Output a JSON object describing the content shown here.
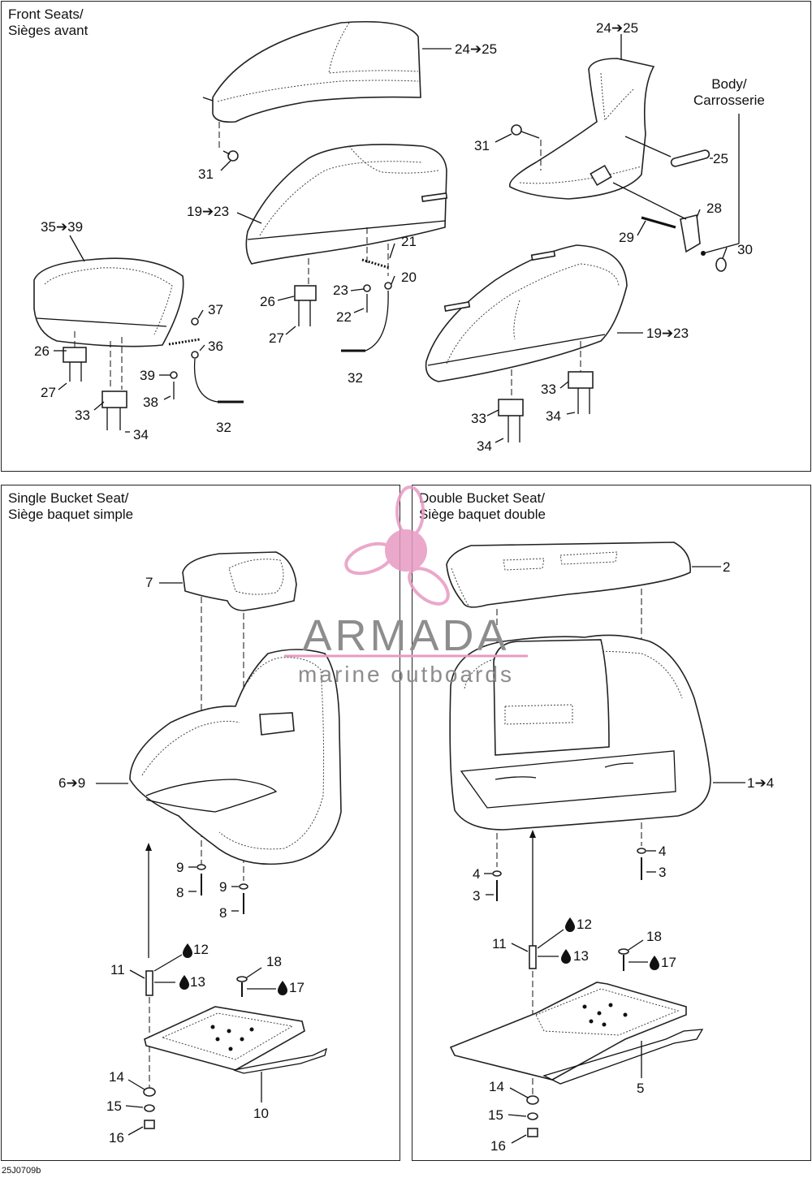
{
  "panels": {
    "front": {
      "title": "Front Seats/\nSièges avant"
    },
    "single": {
      "title": "Single Bucket Seat/\nSiège baquet simple"
    },
    "double": {
      "title": "Double Bucket Seat/\nSiège baquet double"
    }
  },
  "labels": {
    "body": "Body/\nCarrosserie",
    "p24_25a": "24➔25",
    "p24_25b": "24➔25",
    "p25": "25",
    "p31a": "31",
    "p31b": "31",
    "p19_23a": "19➔23",
    "p19_23b": "19➔23",
    "p35_39": "35➔39",
    "p21": "21",
    "p20": "20",
    "p23": "23",
    "p22": "22",
    "p26a": "26",
    "p27a": "27",
    "p26b": "26",
    "p27b": "27",
    "p37": "37",
    "p36": "36",
    "p39": "39",
    "p38": "38",
    "p32a": "32",
    "p32b": "32",
    "p33a": "33",
    "p34a": "34",
    "p33b": "33",
    "p34b": "34",
    "p33c": "33",
    "p34c": "34",
    "p28": "28",
    "p29": "29",
    "p30": "30",
    "s7": "7",
    "s6_9": "6➔9",
    "s9a": "9",
    "s8a": "8",
    "s9b": "9",
    "s8b": "8",
    "s11": "11",
    "s12": "12",
    "s13": "13",
    "s18": "18",
    "s17": "17",
    "s14": "14",
    "s15": "15",
    "s16": "16",
    "s10": "10",
    "d2": "2",
    "d1_4": "1➔4",
    "d4a": "4",
    "d3a": "3",
    "d4b": "4",
    "d3b": "3",
    "d11": "11",
    "d12": "12",
    "d13": "13",
    "d18": "18",
    "d17": "17",
    "d14": "14",
    "d15": "15",
    "d16": "16",
    "d5": "5"
  },
  "footer": {
    "ref": "25J0709b"
  },
  "watermark": {
    "name": "ARMADA",
    "sub": "marine outboards",
    "color": "#e79ac3"
  }
}
